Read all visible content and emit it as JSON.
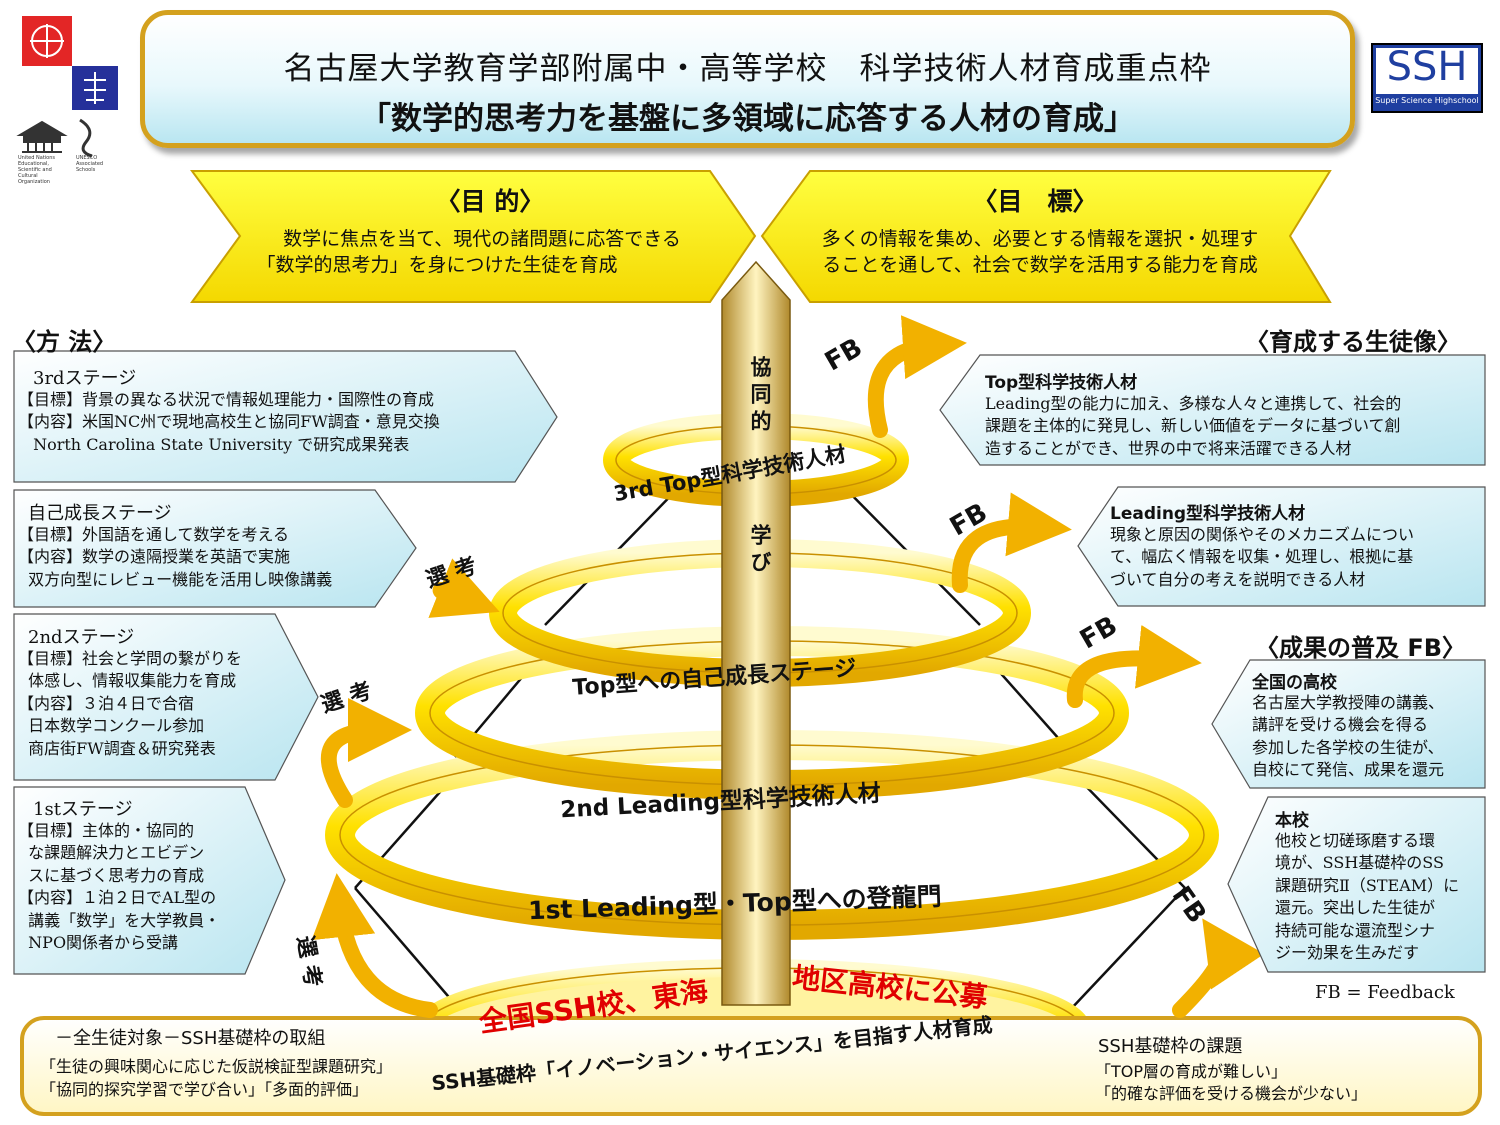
{
  "title": {
    "line1": "名古屋大学教育学部附属中・高等学校　科学技術人材育成重点枠",
    "line2": "「数学的思考力を基盤に多領域に応答する人材の育成」"
  },
  "logo": {
    "ssh_text": "SSH",
    "ssh_sub": "Super Science Highschool",
    "unesco_text": "United Nations Educational, Scientific and Cultural Organization",
    "unesco_schools": "UNESCO Associated Schools"
  },
  "purpose": {
    "label": "〈目 的〉",
    "text1": "数学に焦点を当て、現代の諸問題に応答できる",
    "text2": "「数学的思考力」を身につけた生徒を育成"
  },
  "goal": {
    "label": "〈目　標〉",
    "text1": "多くの情報を集め、必要とする情報を選択・処理す",
    "text2": "ることを通して、社会で数学を活用する能力を育成"
  },
  "method_label": "〈方 法〉",
  "image_label": "〈育成する生徒像〉",
  "results_label": "〈成果の普及 FB〉",
  "stages": {
    "s3": {
      "head": "3rdステージ",
      "l1": "【目標】背景の異なる状況で情報処理能力・国際性の育成",
      "l2": "【内容】米国NC州で現地高校生と協同FW調査・意見交換",
      "l3": " North Carolina State University で研究成果発表"
    },
    "self": {
      "head": "自己成長ステージ",
      "l1": "【目標】外国語を通して数学を考える",
      "l2": "【内容】数学の遠隔授業を英語で実施",
      "l3": "  双方向型にレビュー機能を活用し映像講義"
    },
    "s2": {
      "head": "2ndステージ",
      "l1": "【目標】社会と学問の繋がりを",
      "l2": "  体感し、情報収集能力を育成",
      "l3": "【内容】３泊４日で合宿",
      "l4": "  日本数学コンクール参加",
      "l5": "  商店街FW調査＆研究発表"
    },
    "s1": {
      "head": "1stステージ",
      "l1": "【目標】主体的・協同的",
      "l2": "  な課題解決力とエビデン",
      "l3": "  スに基づく思考力の育成",
      "l4": "【内容】１泊２日でAL型の",
      "l5": "  講義「数学」を大学教員・",
      "l6": "  NPO関係者から受講"
    }
  },
  "images": {
    "top": {
      "head": "Top型科学技術人材",
      "l1": "Leading型の能力に加え、多様な人々と連携して、社会的",
      "l2": "課題を主体的に発見し、新しい価値をデータに基づいて創",
      "l3": "造することができ、世界の中で将来活躍できる人材"
    },
    "leading": {
      "head": "Leading型科学技術人材",
      "l1": "現象と原因の関係やそのメカニズムについ",
      "l2": "て、幅広く情報を収集・処理し、根拠に基",
      "l3": "づいて自分の考えを説明できる人材"
    }
  },
  "results": {
    "national": {
      "head": "全国の高校",
      "l1": "名古屋大学教授陣の講義、",
      "l2": "講評を受ける機会を得る",
      "l3": "参加した各学校の生徒が、",
      "l4": "自校にて発信、成果を還元"
    },
    "school": {
      "head": "本校",
      "l1": "他校と切磋琢磨する環",
      "l2": "境が、SSH基礎枠のSS",
      "l3": "課題研究Ⅱ（STEAM）に",
      "l4": "還元。突出した生徒が",
      "l5": "持続可能な還流型シナ",
      "l6": "ジー効果を生みだす"
    }
  },
  "rings": {
    "r3": "3rd Top型科学技術人材",
    "self": "Top型への自己成長ステージ",
    "r2": "2nd  Leading型科学技術人材",
    "r1": "1st  Leading型・Top型への登龍門",
    "base": "SSH基礎枠「イノベーション・サイエンス」を目指す人材育成",
    "public1": "全国SSH校、東海",
    "public2": "地区高校に公募"
  },
  "pillar": {
    "upper": "協同的",
    "lower": "学び"
  },
  "arrows": {
    "fb": "FB",
    "select": "選 考"
  },
  "fb_legend": "FB = Feedback",
  "bottom": {
    "left_head": "－全生徒対象－SSH基礎枠の取組",
    "left_l1": "「生徒の興味関心に応じた仮説検証型課題研究」",
    "left_l2": "「協同的探究学習で学び合い」「多面的評価」",
    "right_head": "SSH基礎枠の課題",
    "right_l1": "「TOP層の育成が難しい」",
    "right_l2": "「的確な評価を受ける機会が少ない」"
  },
  "colors": {
    "gold": "#f5c200",
    "yellow": "#fff400",
    "cyan": "#c9eef6",
    "red": "#e00000",
    "border": "#d4a11e"
  }
}
